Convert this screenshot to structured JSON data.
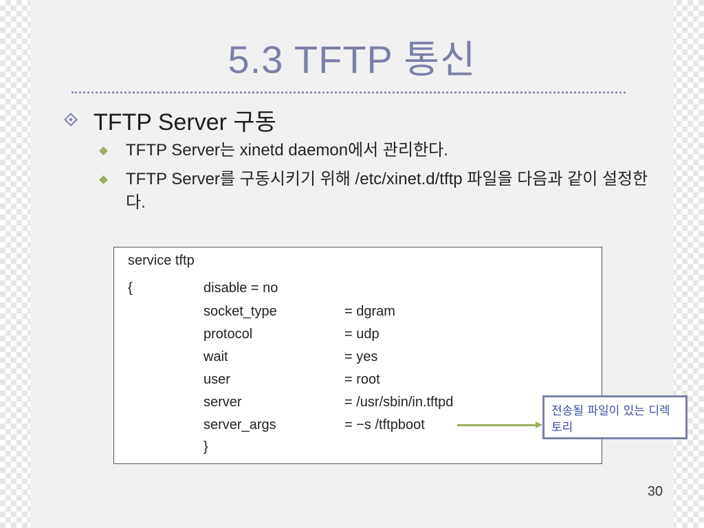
{
  "slide": {
    "title": "5.3 TFTP 통신",
    "bullet": "TFTP Server 구동",
    "sub_bullets": [
      "TFTP Server는 xinetd daemon에서 관리한다.",
      "TFTP Server를 구동시키기 위해 /etc/xinet.d/tftp 파일을 다음과 같이 설정한다."
    ],
    "config": {
      "header": "service tftp",
      "open_brace": "{",
      "first_entry": "disable = no",
      "entries": [
        {
          "key": "socket_type",
          "value": "= dgram"
        },
        {
          "key": "protocol",
          "value": "= udp"
        },
        {
          "key": "wait",
          "value": "= yes"
        },
        {
          "key": "user",
          "value": "= root"
        },
        {
          "key": "server",
          "value": "= /usr/sbin/in.tftpd"
        },
        {
          "key": "server_args",
          "value": "= −s /tftpboot"
        }
      ],
      "close_brace": "}"
    },
    "callout": "전송될 파일이 있는 디렉토리",
    "page_number": "30"
  },
  "colors": {
    "title": "#7b80a8",
    "accent_bullet": "#9aae63",
    "callout_text": "#3d4fa0"
  }
}
